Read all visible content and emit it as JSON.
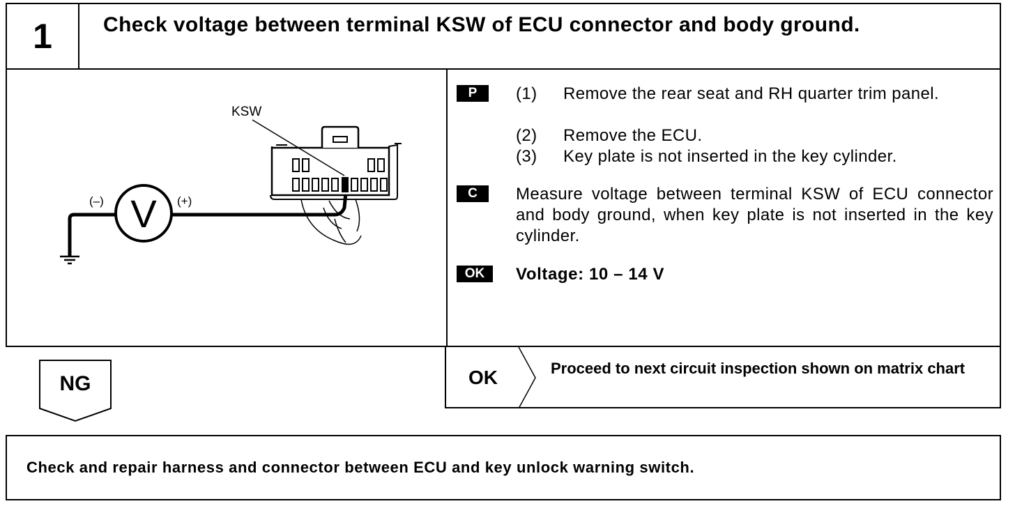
{
  "step": {
    "number": "1",
    "title": "Check voltage between terminal KSW of ECU connector and body ground."
  },
  "diagram": {
    "terminal_label": "KSW",
    "meter_symbol": "V",
    "negative_label": "(–)",
    "positive_label": "(+)"
  },
  "preparation": {
    "tag": "P",
    "items": [
      {
        "num": "(1)",
        "text": "Remove the rear seat and RH quarter trim panel."
      },
      {
        "num": "(2)",
        "text": "Remove the ECU."
      },
      {
        "num": "(3)",
        "text": "Key plate is not inserted in the key cylinder."
      }
    ]
  },
  "check": {
    "tag": "C",
    "text": "Measure voltage between terminal KSW of ECU connector and body ground, when key plate is not inserted in the key cylinder."
  },
  "ok_spec": {
    "tag": "OK",
    "text": "Voltage:  10 – 14 V"
  },
  "ok_branch": {
    "label": "OK",
    "text": "Proceed to next circuit inspection shown on matrix chart"
  },
  "ng_branch": {
    "label": "NG"
  },
  "repair": {
    "text": "Check and repair harness and connector between ECU and key unlock warning switch."
  }
}
